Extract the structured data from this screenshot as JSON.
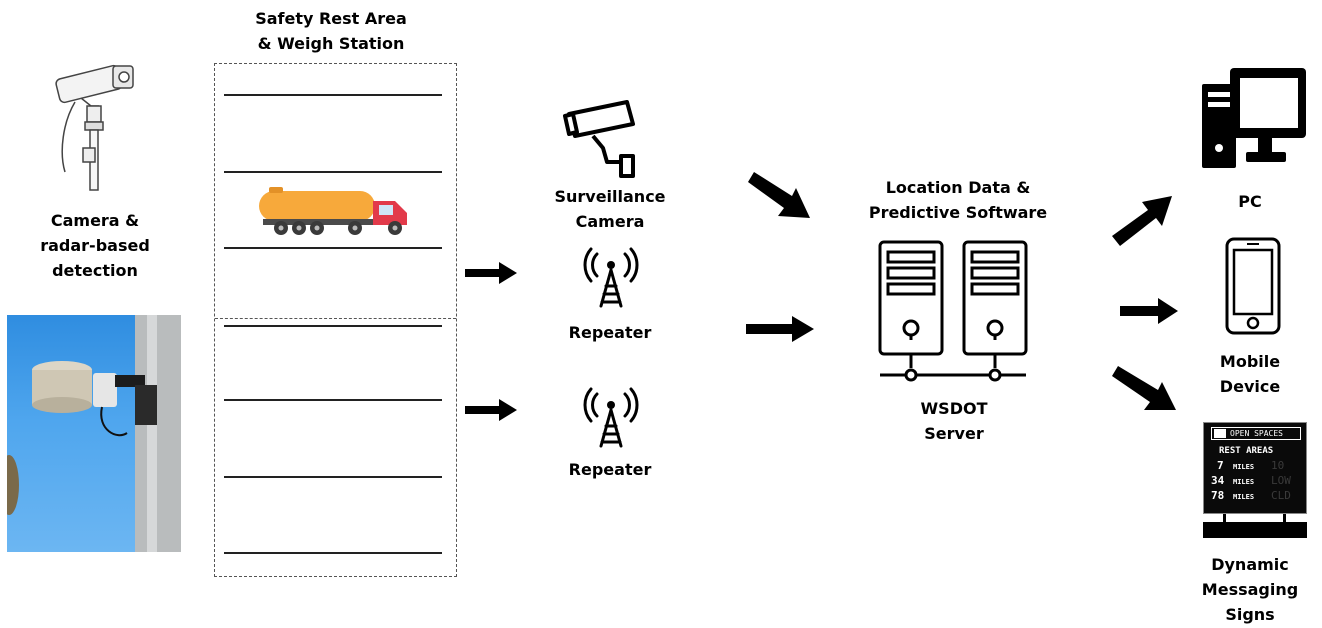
{
  "labels": {
    "lot_title_line1": "Safety Rest Area",
    "lot_title_line2": "& Weigh Station",
    "detection_line1": "Camera &",
    "detection_line2": "radar-based",
    "detection_line3": "detection",
    "surveillance_line1": "Surveillance",
    "surveillance_line2": "Camera",
    "repeater_1": "Repeater",
    "repeater_2": "Repeater",
    "software_line1": "Location Data &",
    "software_line2": "Predictive Software",
    "server_line1": "WSDOT",
    "server_line2": "Server",
    "pc": "PC",
    "mobile_line1": "Mobile",
    "mobile_line2": "Device",
    "dms_line1": "Dynamic",
    "dms_line2": "Messaging",
    "dms_line3": "Signs"
  },
  "sign": {
    "header": "OPEN SPACES",
    "title": "REST AREAS",
    "rows": [
      {
        "miles": "7",
        "unit": "MILES",
        "status": "10"
      },
      {
        "miles": "34",
        "unit": "MILES",
        "status": "LOW"
      },
      {
        "miles": "78",
        "unit": "MILES",
        "status": "CLD"
      }
    ]
  },
  "colors": {
    "tank": "#f7a93b",
    "truck_cab": "#e23a4a",
    "sky": "#3b95e6",
    "sign_bg": "#0a0a0a",
    "status_dim": "#3a3a3a"
  },
  "icons": [
    "pole-camera-icon",
    "surveillance-camera-icon",
    "antenna-tower-icon",
    "server-icon",
    "desktop-pc-icon",
    "smartphone-icon",
    "tanker-truck-icon",
    "arrow-icon"
  ]
}
